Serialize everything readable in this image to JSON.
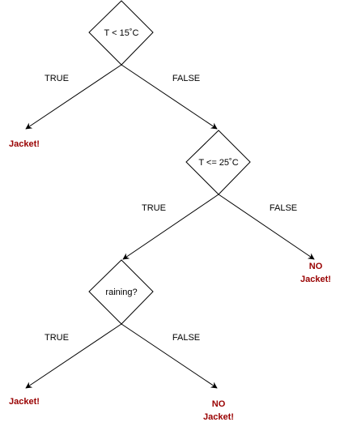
{
  "colors": {
    "line": "#000000",
    "leaf_text": "#990000",
    "background": "#ffffff"
  },
  "decisions": {
    "temp_low": "T < 15˚C",
    "temp_mid": "T <= 25˚C",
    "raining": "raining?"
  },
  "edges": {
    "d1_true": "TRUE",
    "d1_false": "FALSE",
    "d2_true": "TRUE",
    "d2_false": "FALSE",
    "d3_true": "TRUE",
    "d3_false": "FALSE"
  },
  "leaves": {
    "leaf1": "Jacket!",
    "leaf2_line1": "NO",
    "leaf2_line2": "Jacket!",
    "leaf3": "Jacket!",
    "leaf4_line1": "NO",
    "leaf4_line2": "Jacket!"
  }
}
